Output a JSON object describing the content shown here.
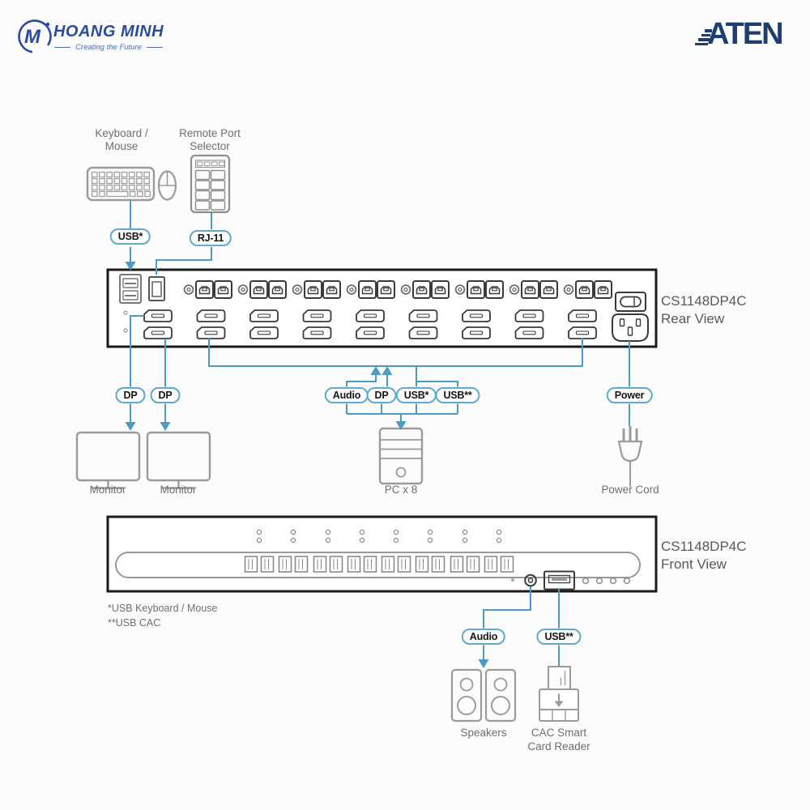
{
  "header": {
    "brand_name": "HOANG MINH",
    "brand_tagline": "Creating the Future",
    "vendor_logo": "ATEN"
  },
  "rear_section": {
    "keyboard_mouse_line1": "Keyboard /",
    "keyboard_mouse_line2": "Mouse",
    "selector_line1": "Remote Port",
    "selector_line2": "Selector",
    "title_line1": "CS1148DP4C",
    "title_line2": "Rear View",
    "cable_usb_keyboard": "USB*",
    "cable_rj11": "RJ-11",
    "cable_dp_monitor1": "DP",
    "cable_dp_monitor2": "DP",
    "cable_audio": "Audio",
    "cable_dp_pc": "DP",
    "cable_usb_kb": "USB*",
    "cable_usb_cac": "USB**",
    "cable_power": "Power",
    "monitor1_label": "Monitor",
    "monitor2_label": "Monitor",
    "pc_label": "PC x 8",
    "power_cord_label": "Power Cord"
  },
  "front_section": {
    "title_line1": "CS1148DP4C",
    "title_line2": "Front View",
    "footnote1": "*USB Keyboard / Mouse",
    "footnote2": "**USB CAC",
    "cable_audio": "Audio",
    "cable_usb_cac": "USB**",
    "speakers_label": "Speakers",
    "cac_line1": "CAC Smart",
    "cac_line2": "Card Reader"
  },
  "colors": {
    "line_blue": "#4A9CC4",
    "badge_border": "#5FAACE",
    "brand_blue": "#2B4C9B",
    "aten_navy": "#1D3E6E",
    "label_gray": "#6E6F72",
    "title_gray": "#58595B"
  }
}
